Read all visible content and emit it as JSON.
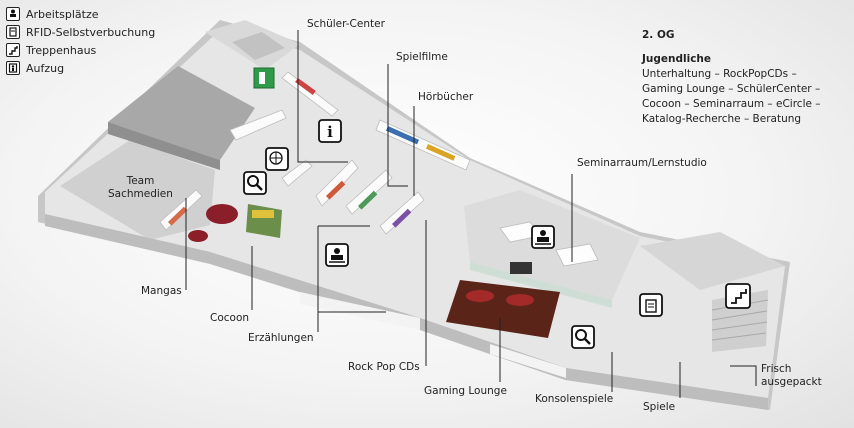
{
  "legend": [
    {
      "icon": "arbeitsplaetze-icon",
      "label": "Arbeitsplätze"
    },
    {
      "icon": "rfid-icon",
      "label": "RFID-Selbstverbuchung"
    },
    {
      "icon": "staircase-icon",
      "label": "Treppenhaus"
    },
    {
      "icon": "elevator-icon",
      "label": "Aufzug"
    }
  ],
  "info": {
    "floor": "2. OG",
    "heading": "Jugendliche",
    "line1": "Unterhaltung – RockPopCDs –",
    "line2": "Gaming Lounge – SchülerCenter –",
    "line3": "Cocoon – Seminarraum – eCircle –",
    "line4": "Katalog-Recherche – Beratung"
  },
  "labels": {
    "schueler_center": "Schüler-Center",
    "spielfilme": "Spielfilme",
    "hoerbuecher": "Hörbücher",
    "seminarraum": "Seminarraum/Lernstudio",
    "team_line1": "Team",
    "team_line2": "Sachmedien",
    "mangas": "Mangas",
    "cocoon": "Cocoon",
    "erzaehlungen": "Erzählungen",
    "rock_pop": "Rock Pop CDs",
    "gaming": "Gaming Lounge",
    "konsolenspiele": "Konsolenspiele",
    "spiele": "Spiele",
    "frisch_line1": "Frisch",
    "frisch_line2": "ausgepackt"
  },
  "map_icons": [
    "exit-sign-icon",
    "info-icon",
    "catalog-search-icon",
    "search-icon",
    "workstation-icon",
    "rfid-icon",
    "staircase-icon"
  ],
  "colors": {
    "floor": "#e6e6e6",
    "wall_top": "#f7f7f7",
    "wall_side": "#b9b9b9",
    "carpet": "#5a2418",
    "exit_green": "#2e9a4a"
  }
}
